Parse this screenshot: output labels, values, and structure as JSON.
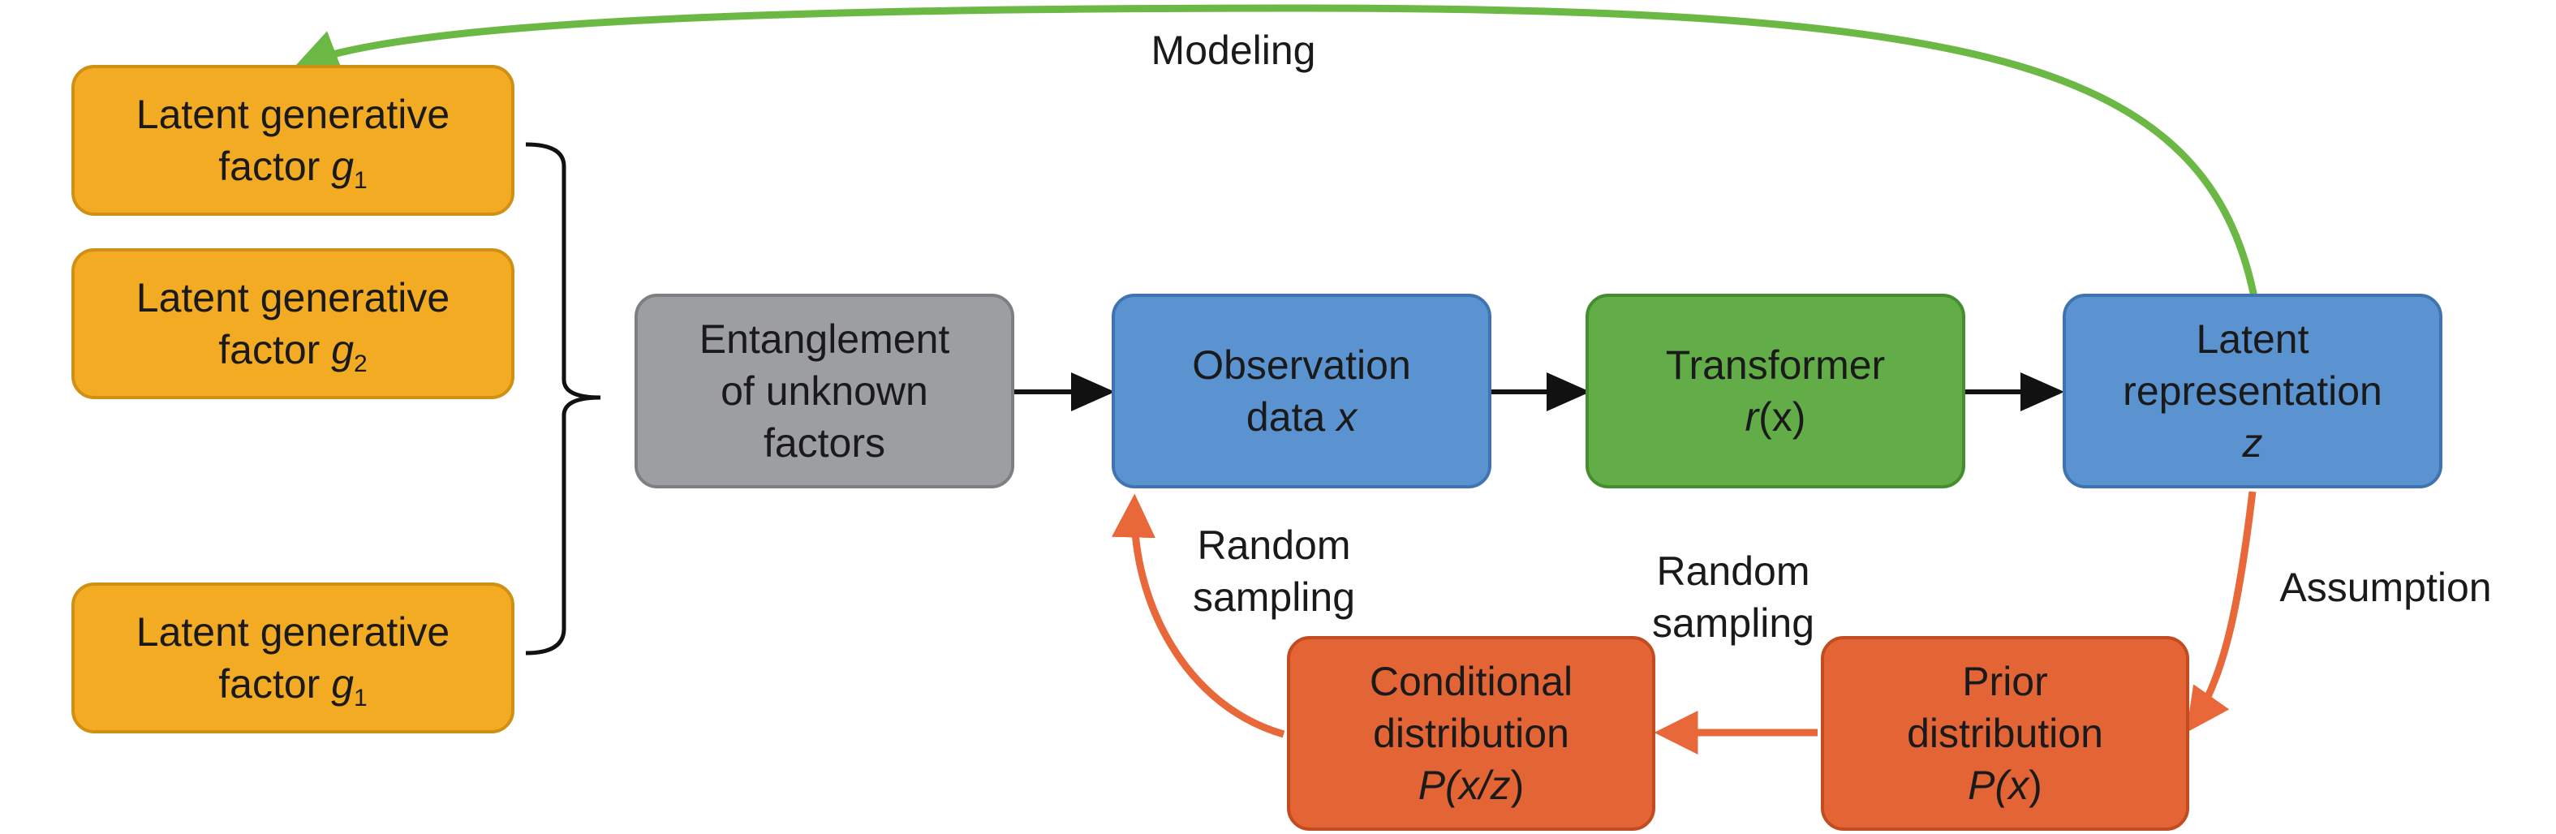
{
  "factors": [
    {
      "line1": "Latent generative",
      "line2_text": "factor ",
      "var": "g",
      "sub": "1"
    },
    {
      "line1": "Latent generative",
      "line2_text": "factor ",
      "var": "g",
      "sub": "2"
    },
    {
      "line1": "Latent generative",
      "line2_text": "factor ",
      "var": "g",
      "sub": "1"
    }
  ],
  "entanglement": {
    "line1": "Entanglement",
    "line2": "of unknown",
    "line3": "factors"
  },
  "observation": {
    "line1": "Observation",
    "line2_text": "data ",
    "var": "x"
  },
  "transformer": {
    "line1": "Transformer",
    "func": "r",
    "arg": "(x)"
  },
  "latent": {
    "line1": "Latent",
    "line2": "representation",
    "var": "z"
  },
  "prior": {
    "line1": "Prior",
    "line2": "distribution",
    "line3_pre": "P(",
    "var": "x",
    "line3_post": ")"
  },
  "conditional": {
    "line1": "Conditional",
    "line2": "distribution",
    "line3_pre": "P(",
    "var": "x/z",
    "line3_post": ")"
  },
  "edge_labels": {
    "modeling": "Modeling",
    "assumption": "Assumption",
    "sampling_left": {
      "line1": "Random",
      "line2": "sampling"
    },
    "sampling_right": {
      "line1": "Random",
      "line2": "sampling"
    }
  },
  "colors": {
    "factor": "#f2ab22",
    "entanglement": "#9c9ea2",
    "observation": "#5b93d0",
    "transformer": "#62ad48",
    "latent": "#5b93d0",
    "distribution": "#e36535",
    "modeling_arrow": "#6bb845",
    "sampling_arrow": "#e8683a",
    "flow_arrow": "#111111"
  }
}
